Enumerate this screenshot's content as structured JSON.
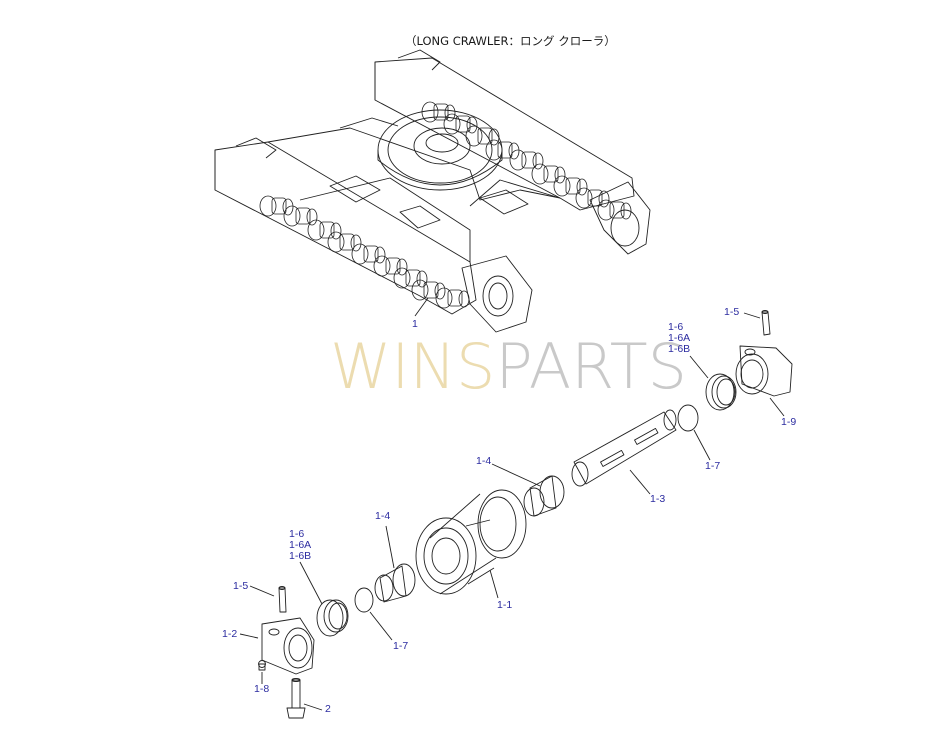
{
  "title": "（LONG CRAWLER：ロング クローラ）",
  "watermark": {
    "part1": "WINS",
    "part2": "PARTS",
    "color1": "#ecdcb0",
    "color2": "#c9c9c9"
  },
  "colors": {
    "callout": "#2c2ca0",
    "line": "#222222"
  },
  "callouts": {
    "frame_ref": "1",
    "seal_right_a": "1-6",
    "seal_right_b": "1-6A",
    "seal_right_c": "1-6B",
    "pin_right": "1-5",
    "bracket_right": "1-9",
    "oring_right": "1-7",
    "shaft": "1-3",
    "bushing_right": "1-4",
    "bushing_left": "1-4",
    "roller": "1-1",
    "seal_left_a": "1-6",
    "seal_left_b": "1-6A",
    "seal_left_c": "1-6B",
    "pin_left": "1-5",
    "bracket_left": "1-2",
    "oring_left": "1-7",
    "plug": "1-8",
    "bolt": "2"
  }
}
